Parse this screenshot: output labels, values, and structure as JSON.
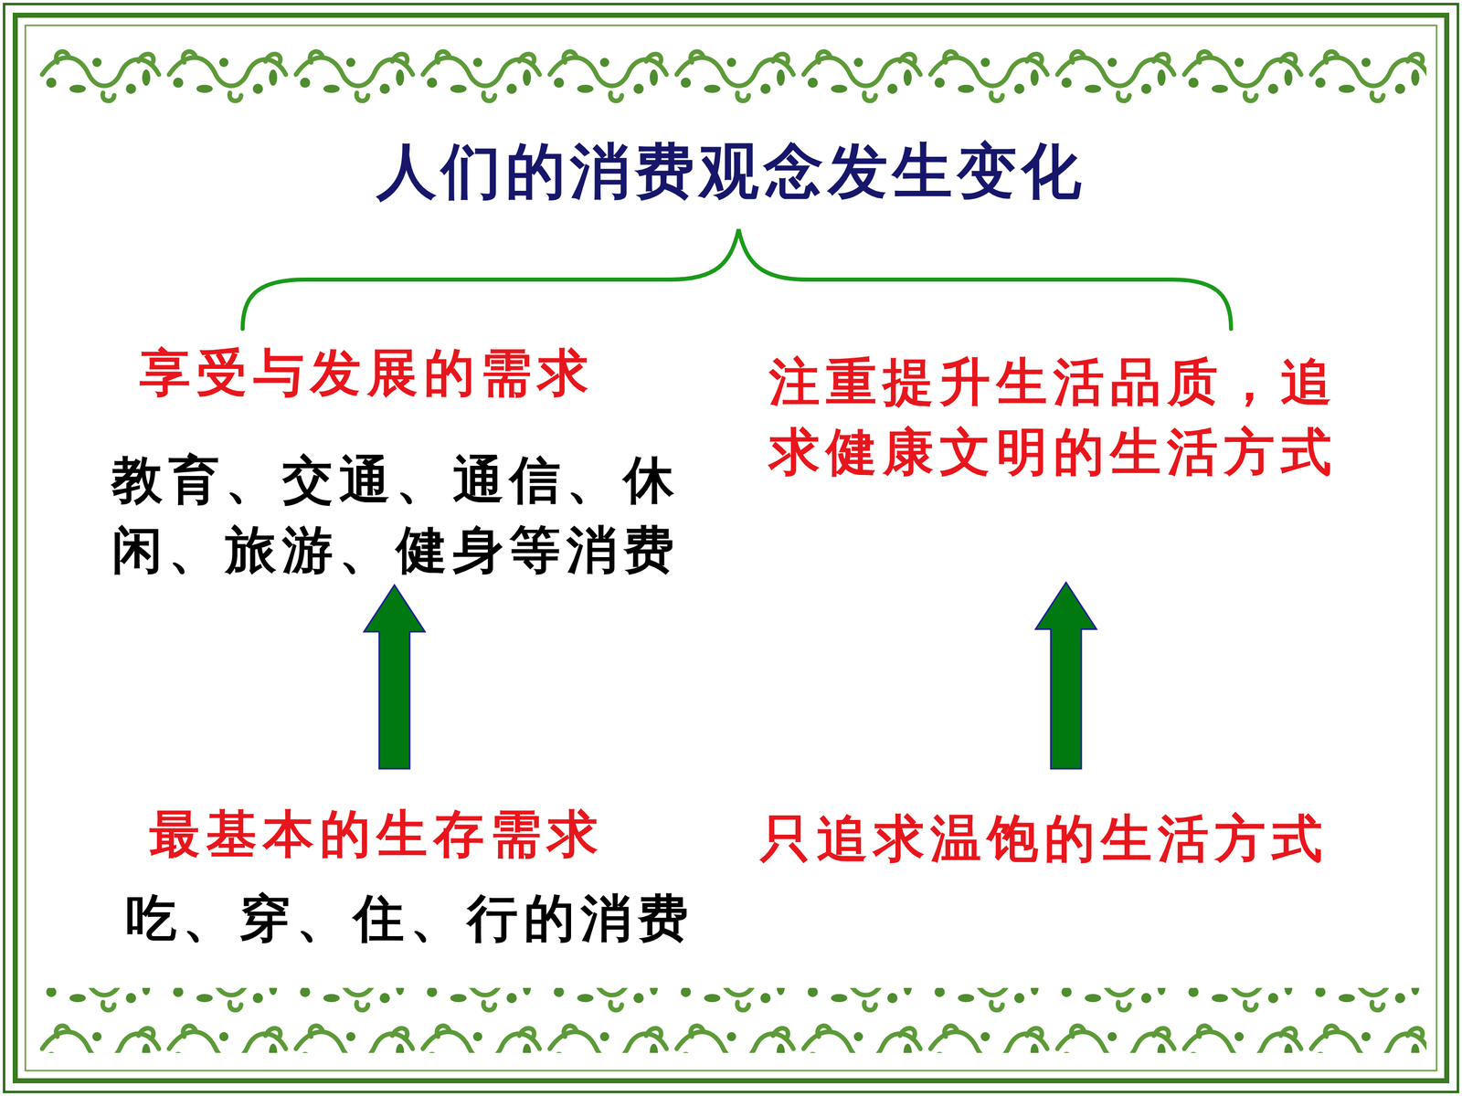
{
  "diagram": {
    "title": "人们的消费观念发生变化",
    "nodes": [
      {
        "text": [
          "享受与发展的需求",
          "教育、交通、通信、休闲、旅游、健身等消费"
        ]
      },
      {
        "text": [
          "注重提升生活品质，追求健康文明的生活方式"
        ]
      },
      {
        "text": [
          "最基本的生存需求",
          "吃、穿、住、行的消费"
        ]
      },
      {
        "text": [
          "只追求温饱的生活方式"
        ]
      }
    ],
    "edges": [
      {
        "from": 2,
        "to": 0,
        "arrow": "to"
      },
      {
        "from": 3,
        "to": 1,
        "arrow": "to"
      }
    ]
  }
}
